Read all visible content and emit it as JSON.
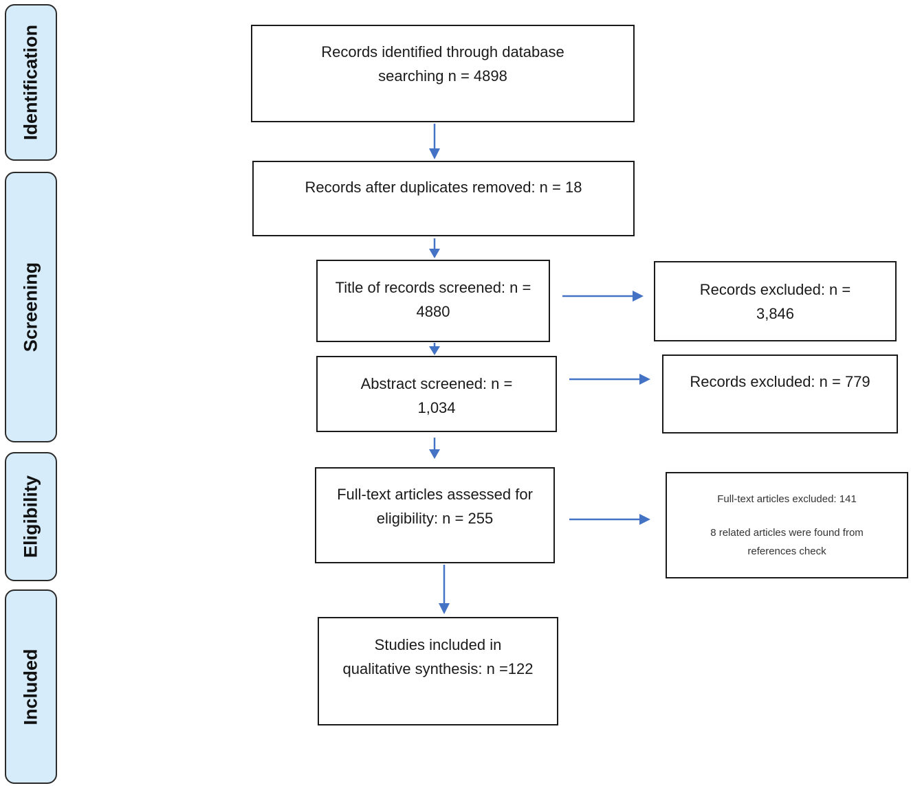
{
  "stages": {
    "identification": "Identification",
    "screening": "Screening",
    "eligibility": "Eligibility",
    "included": "Included"
  },
  "boxes": {
    "identified": "Records identified through database searching n = 4898",
    "duplicates_removed": "Records after duplicates removed: n = 18",
    "title_screened": "Title of records screened: n = 4880",
    "title_excluded": "Records excluded: n = 3,846",
    "abstract_screened": "Abstract screened: n = 1,034",
    "abstract_excluded": "Records excluded: n = 779",
    "fulltext_assessed": "Full-text articles assessed for eligibility: n = 255",
    "fulltext_excluded": "Full-text articles excluded:  141",
    "references_check": "8 related articles were found  from references  check",
    "included": "Studies included in qualitative synthesis: n =122"
  },
  "colors": {
    "stage_fill": "#d6ecfa",
    "arrow": "#4472c4",
    "border": "#1a1a1a"
  }
}
